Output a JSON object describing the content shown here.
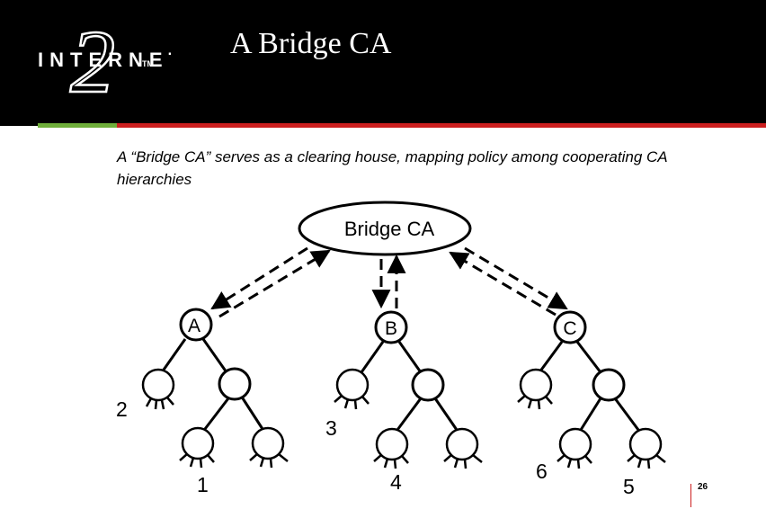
{
  "header": {
    "title": "A Bridge CA",
    "logo_text": "INTERNET",
    "logo_numeral": "2",
    "logo_mark": "TM"
  },
  "subtitle": "A “Bridge CA” serves as a clearing house, mapping policy among cooperating CA hierarchies",
  "diagram": {
    "bridge_label": "Bridge CA",
    "nodes": {
      "a": "A",
      "b": "B",
      "c": "C"
    },
    "leaf_labels": {
      "l2": "2",
      "l1": "1",
      "l3": "3",
      "l4": "4",
      "l6": "6",
      "l5": "5"
    }
  },
  "footer": {
    "page_number": "26"
  },
  "colors": {
    "header_bg": "#000000",
    "accent_red": "#cc1f1f",
    "accent_green": "#6fae3a"
  }
}
